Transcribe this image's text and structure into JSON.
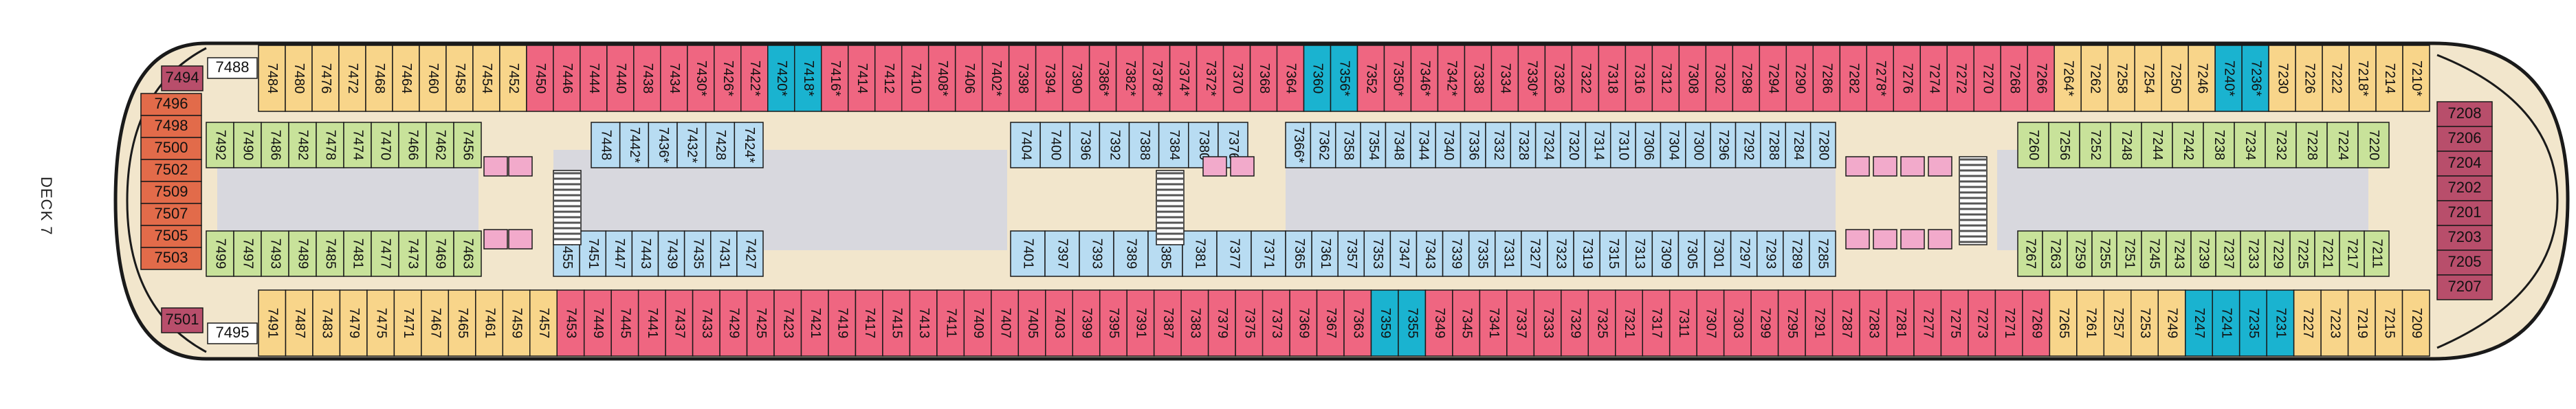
{
  "deck": {
    "label": "DECK 7"
  },
  "colors": {
    "hull": "#1a1a1a",
    "corridor": "#d8d8de",
    "deck_floor": "#f2e6cc",
    "inside": "#b8dcf2",
    "oceanview": "#c8e29a",
    "balcony": "#ef6681",
    "premium": "#f8d58a",
    "suite": "#1ab3d0",
    "aft_suite": "#e26b4a",
    "forward_suite": "#b84e6b",
    "stairs": "#555555",
    "elevator": "#f2aacb"
  },
  "cabins": {
    "aft_suite": [
      "7496",
      "7498",
      "7500",
      "7502",
      "7509",
      "7507",
      "7505",
      "7503"
    ],
    "aft_small": [
      "7494",
      "7501",
      "7488",
      "7495"
    ],
    "top_outer": [
      "7484",
      "7480",
      "7476",
      "7472",
      "7468",
      "7464",
      "7460",
      "7458",
      "7454",
      "7452",
      "7450",
      "7446",
      "7444",
      "7440",
      "7438",
      "7434",
      "7430*",
      "7426*",
      "7422*",
      "7420*",
      "7418*",
      "7416*",
      "7414",
      "7412",
      "7410",
      "7408*",
      "7406",
      "7402*",
      "7398",
      "7394",
      "7390",
      "7386*",
      "7382*",
      "7378*",
      "7374*",
      "7372*",
      "7370",
      "7368",
      "7364",
      "7360",
      "7356*",
      "7352",
      "7350*",
      "7346*",
      "7342*",
      "7338",
      "7334",
      "7330*",
      "7326",
      "7322",
      "7318",
      "7316",
      "7312",
      "7308",
      "7302",
      "7298",
      "7294",
      "7290",
      "7286",
      "7282",
      "7278*",
      "7276",
      "7274",
      "7272",
      "7270",
      "7268",
      "7266",
      "7264*",
      "7262",
      "7258",
      "7254",
      "7250",
      "7246",
      "7240*",
      "7236*",
      "7230",
      "7226",
      "7222",
      "7218*",
      "7214",
      "7210*"
    ],
    "top_outer_colors": [
      "premium",
      "premium",
      "premium",
      "premium",
      "premium",
      "premium",
      "premium",
      "premium",
      "premium",
      "premium",
      "balcony",
      "balcony",
      "balcony",
      "balcony",
      "balcony",
      "balcony",
      "balcony",
      "balcony",
      "balcony",
      "suite",
      "suite",
      "balcony",
      "balcony",
      "balcony",
      "balcony",
      "balcony",
      "balcony",
      "balcony",
      "balcony",
      "balcony",
      "balcony",
      "balcony",
      "balcony",
      "balcony",
      "balcony",
      "balcony",
      "balcony",
      "balcony",
      "balcony",
      "suite",
      "suite",
      "balcony",
      "balcony",
      "balcony",
      "balcony",
      "balcony",
      "balcony",
      "balcony",
      "balcony",
      "balcony",
      "balcony",
      "balcony",
      "balcony",
      "balcony",
      "balcony",
      "balcony",
      "balcony",
      "balcony",
      "balcony",
      "balcony",
      "balcony",
      "balcony",
      "balcony",
      "balcony",
      "balcony",
      "balcony",
      "balcony",
      "premium",
      "premium",
      "premium",
      "premium",
      "premium",
      "premium",
      "suite",
      "suite",
      "premium",
      "premium",
      "premium",
      "premium",
      "premium",
      "premium"
    ],
    "top_inner_aft": [
      "7492",
      "7490",
      "7486",
      "7482",
      "7478",
      "7474",
      "7470",
      "7466",
      "7462",
      "7456"
    ],
    "top_inner_mid1": [
      "7448",
      "7442*",
      "7436*",
      "7432*",
      "7428",
      "7424*"
    ],
    "top_inner_mid2": [
      "7404",
      "7400",
      "7396",
      "7392",
      "7388",
      "7384",
      "7380",
      "7376"
    ],
    "top_inner_mid3": [
      "7366*",
      "7362",
      "7358",
      "7354",
      "7348",
      "7344",
      "7340",
      "7336",
      "7332",
      "7328",
      "7324",
      "7320",
      "7314",
      "7310",
      "7306",
      "7304",
      "7300",
      "7296",
      "7292",
      "7288",
      "7284",
      "7280"
    ],
    "top_inner_fwd": [
      "7260",
      "7256",
      "7252",
      "7248",
      "7244",
      "7242",
      "7238",
      "7234",
      "7232",
      "7228",
      "7224",
      "7220"
    ],
    "bottom_inner_aft": [
      "7499",
      "7497",
      "7493",
      "7489",
      "7485",
      "7481",
      "7477",
      "7473",
      "7469",
      "7463"
    ],
    "bottom_inner_mid1": [
      "7455",
      "7451",
      "7447",
      "7443",
      "7439",
      "7435",
      "7431",
      "7427"
    ],
    "bottom_inner_mid2": [
      "7401",
      "7397",
      "7393",
      "7389",
      "7385",
      "7381",
      "7377",
      "7371"
    ],
    "bottom_inner_mid3": [
      "7365",
      "7361",
      "7357",
      "7353",
      "7347",
      "7343",
      "7339",
      "7335",
      "7331",
      "7327",
      "7323",
      "7319",
      "7315",
      "7313",
      "7309",
      "7305",
      "7301",
      "7297",
      "7293",
      "7289",
      "7285"
    ],
    "bottom_inner_fwd": [
      "7267",
      "7263",
      "7259",
      "7255",
      "7251",
      "7245",
      "7243",
      "7239",
      "7237",
      "7233",
      "7229",
      "7225",
      "7221",
      "7217",
      "7211"
    ],
    "bottom_outer": [
      "7491",
      "7487",
      "7483",
      "7479",
      "7475",
      "7471",
      "7467",
      "7465",
      "7461",
      "7459",
      "7457",
      "7453",
      "7449",
      "7445",
      "7441",
      "7437",
      "7433",
      "7429",
      "7425",
      "7423",
      "7421",
      "7419",
      "7417",
      "7415",
      "7413",
      "7411",
      "7409",
      "7407",
      "7405",
      "7403",
      "7399",
      "7395",
      "7391",
      "7387",
      "7383",
      "7379",
      "7375",
      "7373",
      "7369",
      "7367",
      "7363",
      "7359",
      "7355",
      "7349",
      "7345",
      "7341",
      "7337",
      "7333",
      "7329",
      "7325",
      "7321",
      "7317",
      "7311",
      "7307",
      "7303",
      "7299",
      "7295",
      "7291",
      "7287",
      "7283",
      "7281",
      "7277",
      "7275",
      "7273",
      "7271",
      "7269",
      "7265",
      "7261",
      "7257",
      "7253",
      "7249",
      "7247",
      "7241",
      "7235",
      "7231",
      "7227",
      "7223",
      "7219",
      "7215",
      "7209"
    ],
    "bottom_outer_colors": [
      "premium",
      "premium",
      "premium",
      "premium",
      "premium",
      "premium",
      "premium",
      "premium",
      "premium",
      "premium",
      "premium",
      "balcony",
      "balcony",
      "balcony",
      "balcony",
      "balcony",
      "balcony",
      "balcony",
      "balcony",
      "balcony",
      "balcony",
      "balcony",
      "balcony",
      "balcony",
      "balcony",
      "balcony",
      "balcony",
      "balcony",
      "balcony",
      "balcony",
      "balcony",
      "balcony",
      "balcony",
      "balcony",
      "balcony",
      "balcony",
      "balcony",
      "balcony",
      "balcony",
      "balcony",
      "balcony",
      "suite",
      "suite",
      "balcony",
      "balcony",
      "balcony",
      "balcony",
      "balcony",
      "balcony",
      "balcony",
      "balcony",
      "balcony",
      "balcony",
      "balcony",
      "balcony",
      "balcony",
      "balcony",
      "balcony",
      "balcony",
      "balcony",
      "balcony",
      "balcony",
      "balcony",
      "balcony",
      "balcony",
      "balcony",
      "premium",
      "premium",
      "premium",
      "premium",
      "premium",
      "suite",
      "suite",
      "suite",
      "suite",
      "premium",
      "premium",
      "premium",
      "premium",
      "premium"
    ],
    "forward": [
      "7208",
      "7206",
      "7204",
      "7202",
      "7201",
      "7203",
      "7205",
      "7207"
    ]
  }
}
